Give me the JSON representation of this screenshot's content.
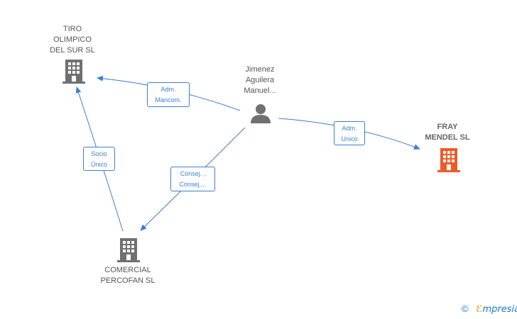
{
  "nodes": {
    "tiro": {
      "label": "TIRO\nOLIMPICO\nDEL SUR  SL",
      "type": "company",
      "color": "#707070"
    },
    "jimenez": {
      "label": "Jimenez\nAguilera\nManuel...",
      "type": "person",
      "color": "#707070"
    },
    "fray": {
      "label": "FRAY\nMENDEL  SL",
      "type": "company",
      "color": "#f05a28"
    },
    "comercial": {
      "label": "COMERCIAL\nPERCOFAN SL",
      "type": "company",
      "color": "#707070"
    }
  },
  "edges": {
    "adm_mancom": {
      "label": "Adm.\nMancom.",
      "from": "jimenez",
      "to": "tiro"
    },
    "adm_unico": {
      "label": "Adm.\nUnico",
      "from": "jimenez",
      "to": "fray"
    },
    "socio_unico": {
      "label": "Socio\nÚnico",
      "from": "comercial",
      "to": "tiro"
    },
    "consej": {
      "label": "Consej. ,\nConsej....",
      "from": "jimenez",
      "to": "comercial"
    }
  },
  "colors": {
    "edge": "#3c7fd0",
    "accent_orange": "#f05a28",
    "gray_icon": "#707070"
  },
  "footer": {
    "copyright": "©",
    "brand_e": "ℰ",
    "brand_rest": "mpresia"
  }
}
